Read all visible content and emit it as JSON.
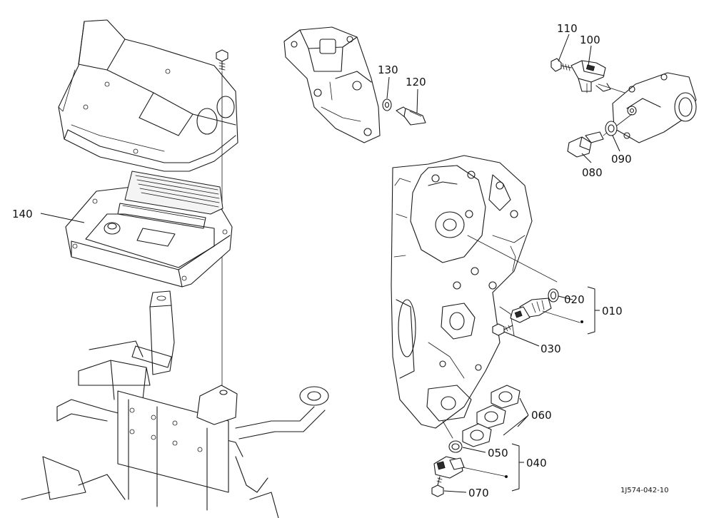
{
  "diagram": {
    "part_labels": {
      "p010": "010",
      "p020": "020",
      "p030": "030",
      "p040": "040",
      "p050": "050",
      "p060": "060",
      "p070": "070",
      "p080": "080",
      "p090": "090",
      "p100": "100",
      "p110": "110",
      "p120": "120",
      "p130": "130",
      "p140": "140"
    },
    "drawing_code": "1J574-042-10"
  }
}
